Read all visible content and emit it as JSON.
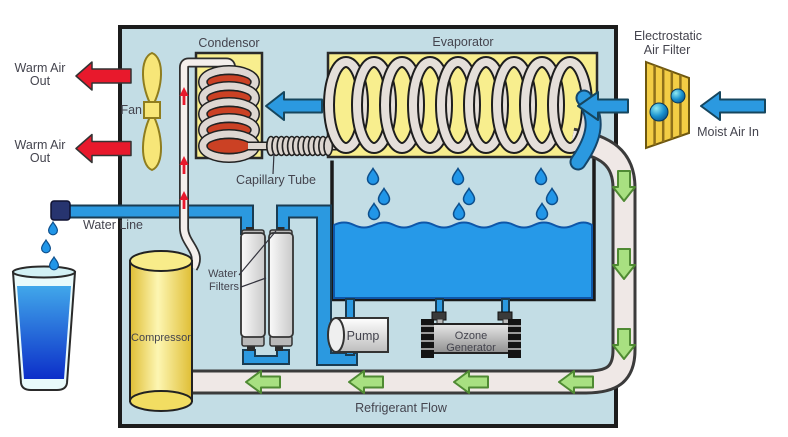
{
  "labels": {
    "condensor": "Condensor",
    "evaporator": "Evaporator",
    "electrostatic_line1": "Electrostatic",
    "electrostatic_line2": "Air Filter",
    "moist_air_in": "Moist Air In",
    "warm_air_line1": "Warm Air",
    "warm_air_line2": "Out",
    "fan": "Fan",
    "capillary_tube": "Capillary Tube",
    "water_line": "Water Line",
    "water_filters_line1": "Water",
    "water_filters_line2": "Filters",
    "compressor": "Compressor",
    "pump": "Pump",
    "ozone_line1": "Ozone",
    "ozone_line2": "Generator",
    "refrigerant_flow": "Refrigerant Flow"
  },
  "colors": {
    "cabinet_fill": "#c3dde5",
    "cabinet_border": "#1c1c1c",
    "component_box_yellow": "#f8ee8e",
    "coil_tube_grey": "#e2dbd6",
    "condenser_coil_red": "#cb4124",
    "water_blue": "#2b99e0",
    "deep_water_blue": "#0c2fc9",
    "refrigerant_pipe_grey": "#efe8e6",
    "warm_air_red": "#e8192c",
    "flow_arrow_green": "#a8e081",
    "equipment_yellow": "#f2dd62",
    "filter_gold": "#f3cd45",
    "text": "#44444e"
  },
  "icons": {
    "fan-icon": "two-blade fan",
    "water-drop-icon": "droplet",
    "flow-arrow-icon": "block arrow"
  }
}
